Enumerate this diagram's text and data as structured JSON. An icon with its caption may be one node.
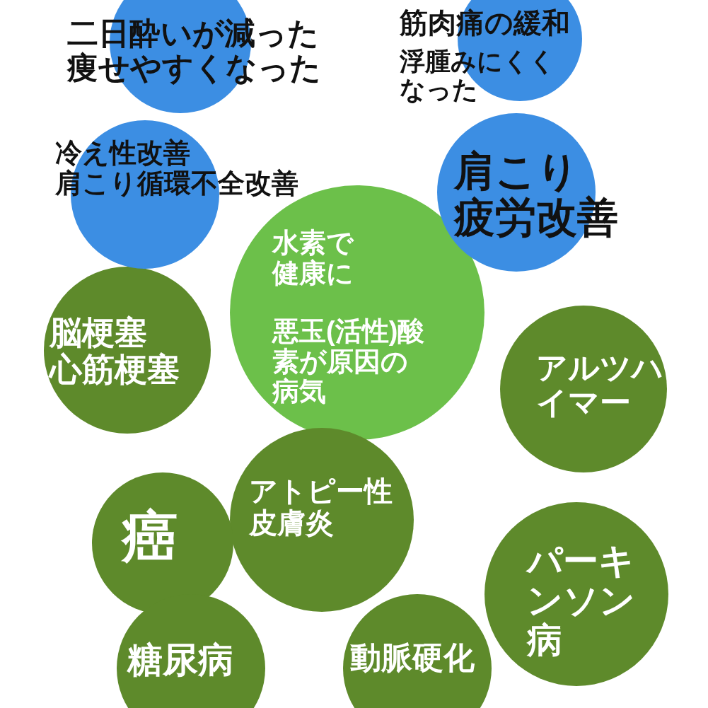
{
  "diagram": {
    "nodes": [
      {
        "text": [
          "二日酔いが減った",
          "痩せやすくなった"
        ]
      },
      {
        "text": [
          "筋肉痛の緩和",
          "浮腫みにくくなった"
        ]
      },
      {
        "text": [
          "冷え性改善",
          "肩こり循環不全改善"
        ]
      },
      {
        "text": [
          "肩こり",
          "疲労改善"
        ]
      },
      {
        "text": [
          "水素で健康に",
          "悪玉(活性)酸素が原因の病気"
        ]
      },
      {
        "text": [
          "脳梗塞",
          "心筋梗塞"
        ]
      },
      {
        "text": [
          "アルツハイマー"
        ]
      },
      {
        "text": [
          "アトピー性皮膚炎"
        ]
      },
      {
        "text": [
          "癌"
        ]
      },
      {
        "text": [
          "パーキンソン病"
        ]
      },
      {
        "text": [
          "糖尿病"
        ]
      },
      {
        "text": [
          "動脈硬化"
        ]
      }
    ]
  }
}
